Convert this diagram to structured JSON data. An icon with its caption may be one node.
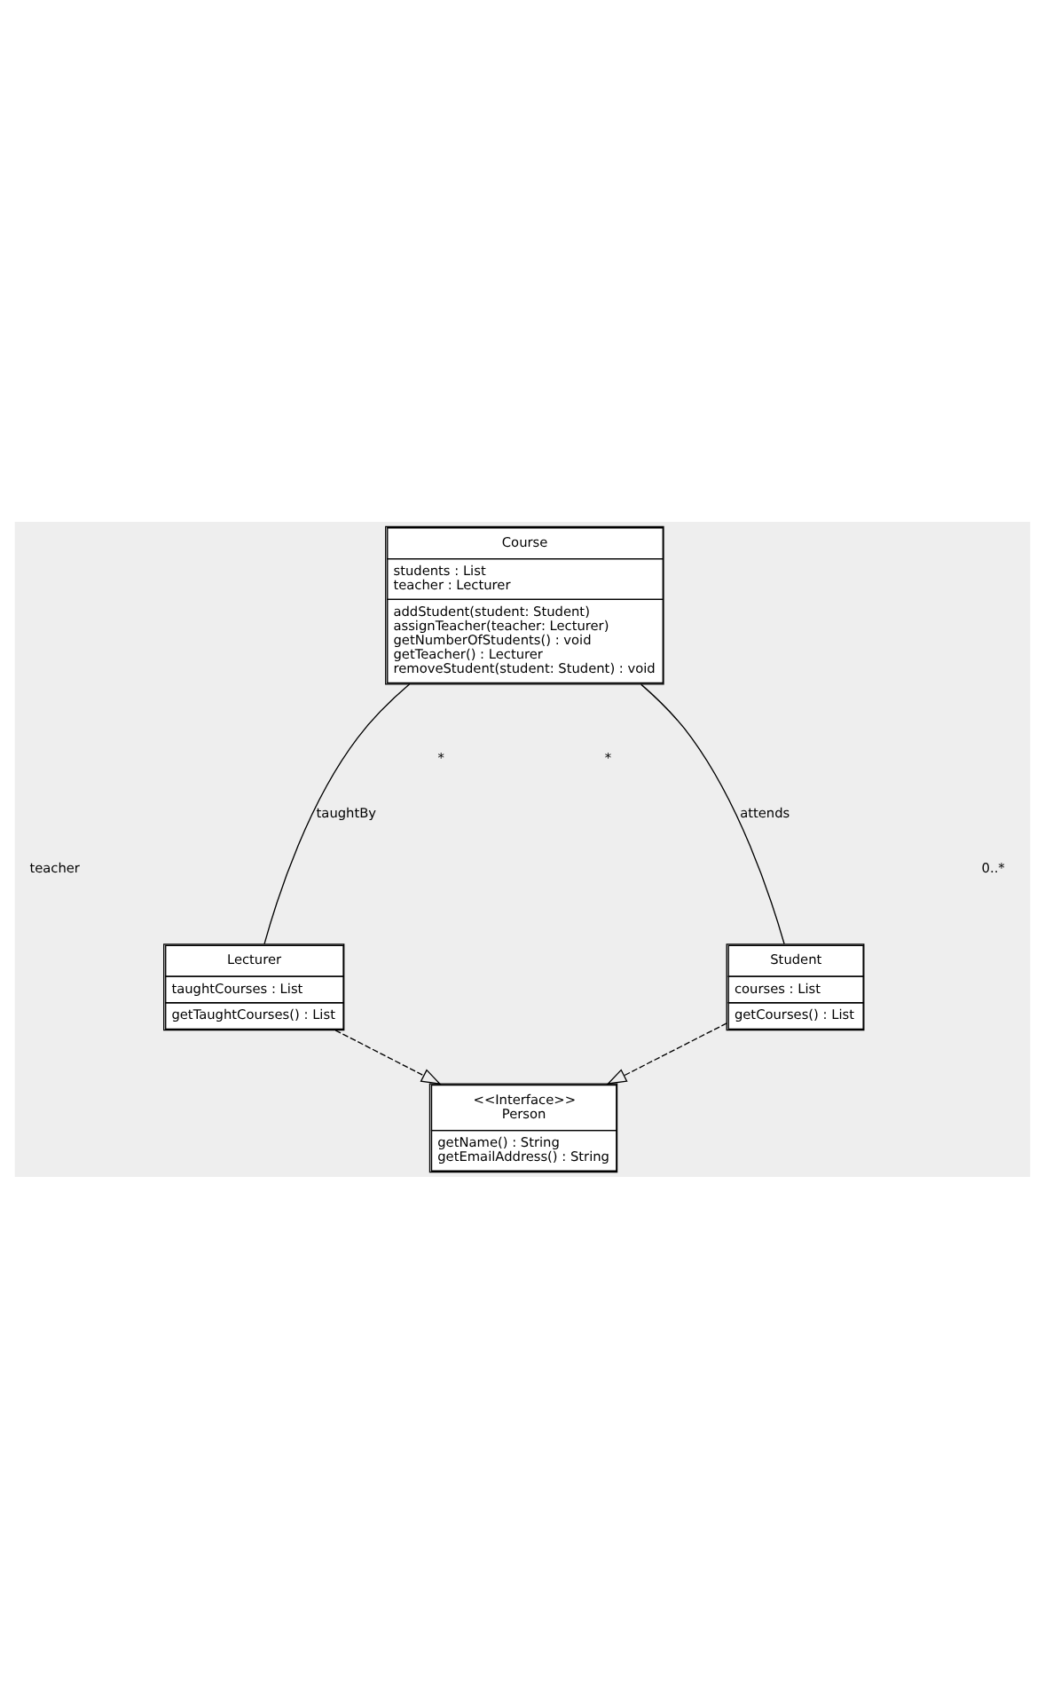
{
  "diagram": {
    "nodes": [
      {
        "text": [
          "Course",
          "students : List",
          "teacher : Lecturer",
          "addStudent(student: Student)",
          "assignTeacher(teacher: Lecturer)",
          "getNumberOfStudents() : void",
          "getTeacher() : Lecturer",
          "removeStudent(student: Student) : void"
        ]
      },
      {
        "text": [
          "Lecturer",
          "taughtCourses : List",
          "getTaughtCourses() : List"
        ]
      },
      {
        "text": [
          "Student",
          "courses : List",
          "getCourses() : List"
        ]
      },
      {
        "text": [
          "<<Interface>>",
          "Person",
          "getName() : String",
          "getEmailAddress() : String"
        ]
      }
    ],
    "edges": [
      {
        "from": 0,
        "to": 1,
        "arrow": "none",
        "label": "taughtBy"
      },
      {
        "from": 0,
        "to": 2,
        "arrow": "none",
        "label": "attends"
      },
      {
        "from": 1,
        "to": 3,
        "arrow": "to",
        "style": "dashed"
      },
      {
        "from": 2,
        "to": 3,
        "arrow": "to",
        "style": "dashed"
      }
    ],
    "labels": [
      "*",
      "*",
      "teacher",
      "0..*"
    ]
  }
}
